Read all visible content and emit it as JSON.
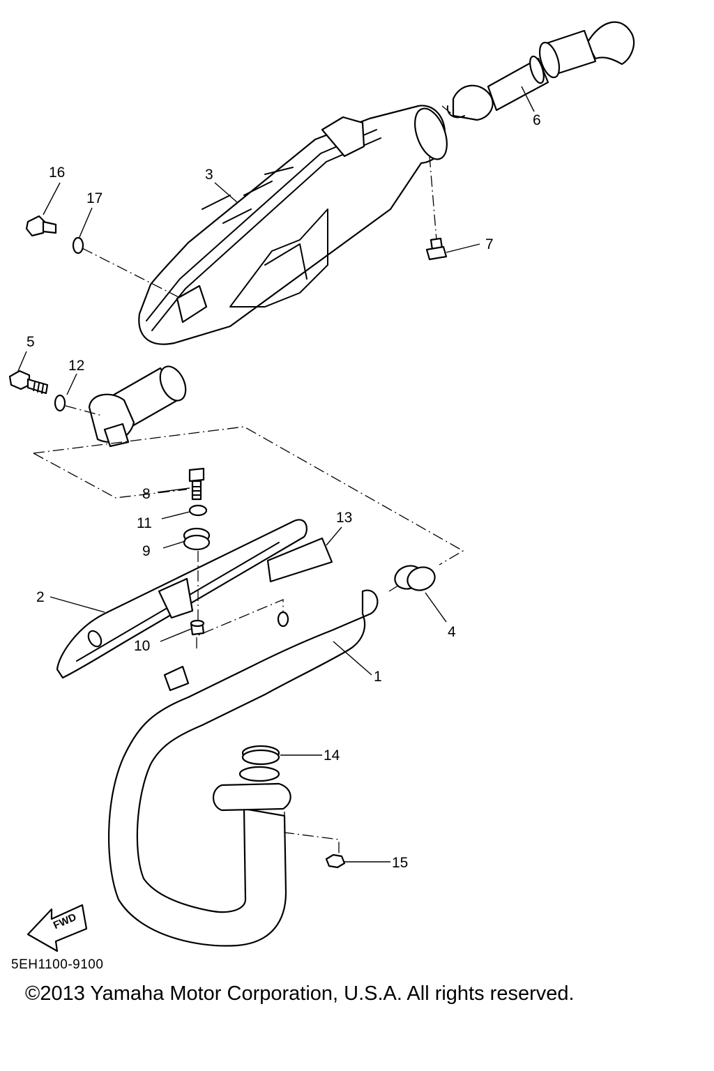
{
  "callouts": {
    "c1": "1",
    "c2": "2",
    "c3": "3",
    "c4": "4",
    "c5": "5",
    "c6": "6",
    "c7": "7",
    "c8": "8",
    "c9": "9",
    "c10": "10",
    "c11": "11",
    "c12": "12",
    "c13": "13",
    "c14": "14",
    "c15": "15",
    "c16": "16",
    "c17": "17"
  },
  "fwd_label": "FWD",
  "part_number": "5EH1100-9100",
  "copyright": "©2013 Yamaha Motor Corporation, U.S.A. All rights reserved."
}
